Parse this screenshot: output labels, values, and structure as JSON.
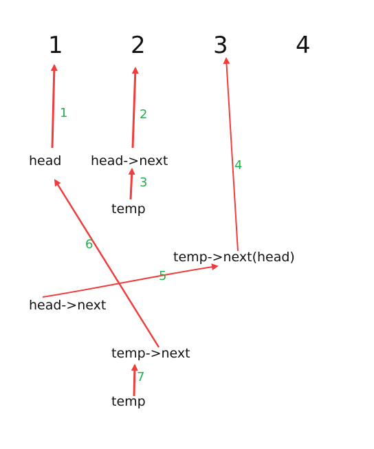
{
  "nodes": [
    "1",
    "2",
    "3",
    "4"
  ],
  "labels": {
    "head": "head",
    "head_next_top": "head->next",
    "temp_top": "temp",
    "temp_next_head": "temp->next(head)",
    "head_next_mid": "head->next",
    "temp_next_bottom": "temp->next",
    "temp_bottom": "temp"
  },
  "steps": [
    "1",
    "2",
    "3",
    "4",
    "5",
    "6",
    "7"
  ],
  "colors": {
    "arrow": "#f03c3c",
    "step_number": "#22b04a",
    "text": "#111111"
  }
}
